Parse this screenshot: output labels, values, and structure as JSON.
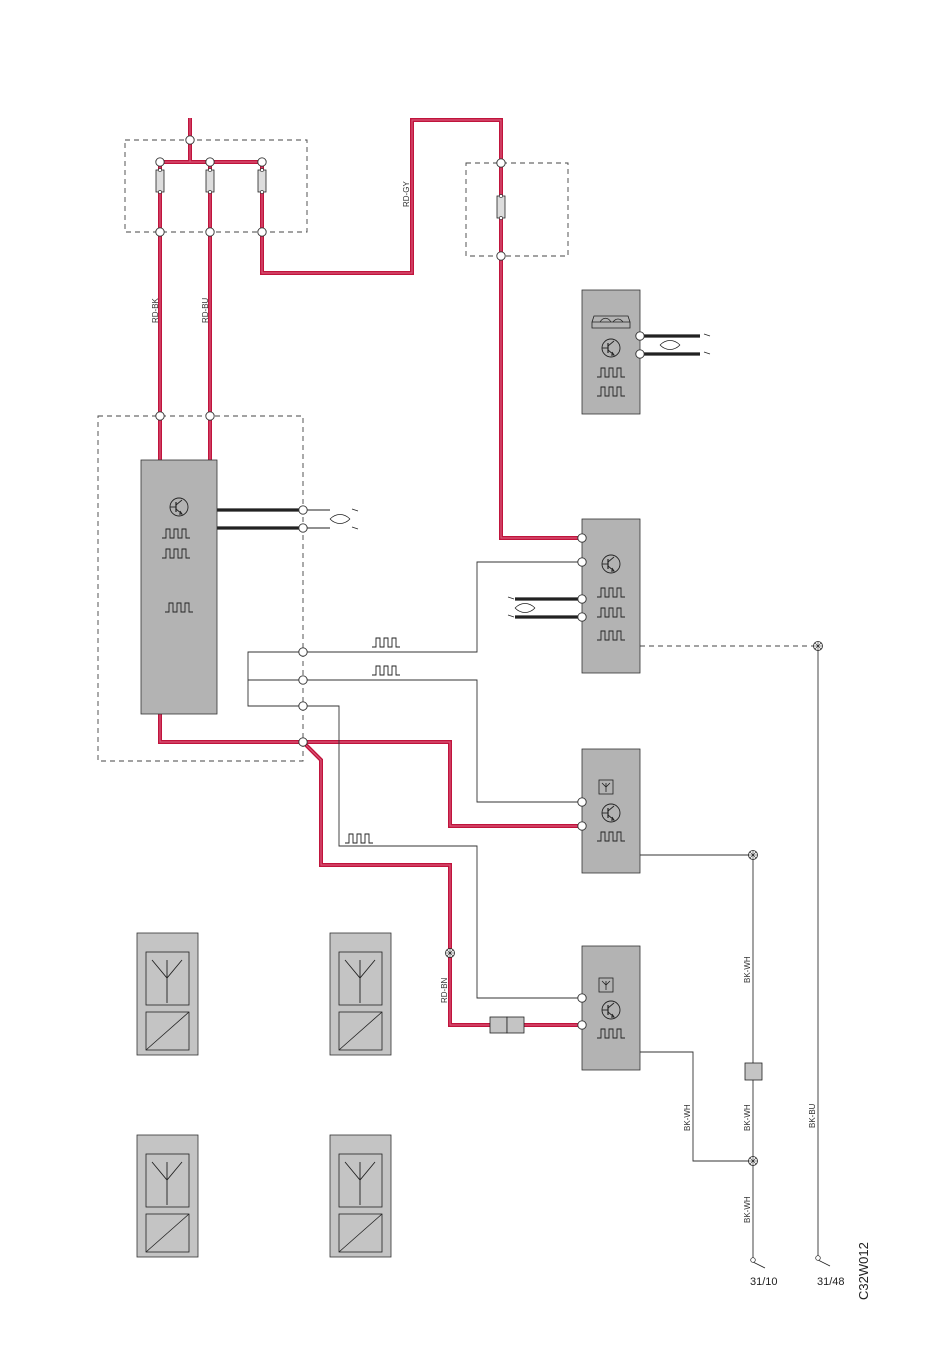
{
  "colors": {
    "red_wire": "#c0143c",
    "red_wire_core": "#d9587a",
    "black_wire": "#222222",
    "module_fill": "#b3b3b3",
    "antenna_fill": "#c4c4c4",
    "line": "#333333"
  },
  "wire_labels": {
    "rd_bk": "RD-BK",
    "rd_bu": "RD-BU",
    "rd_gy": "RD-GY",
    "rd_bn": "RD-BN",
    "bk_wh_upper": "BK-WH",
    "bk_wh_left": "BK-WH",
    "bk_wh_mid": "BK-WH",
    "bk_wh_lower": "BK-WH",
    "bk_bu": "BK-BU"
  },
  "ground_labels": {
    "g1": "31/10",
    "g2": "31/48"
  },
  "diagram_code": "C32W012",
  "icons": {
    "transistor": "transistor-icon",
    "pulse": "square-wave-icon",
    "antenna": "antenna-icon",
    "converter": "converter-icon",
    "twisted_pair": "twisted-pair-icon",
    "display": "display-icon",
    "ground": "ground-icon",
    "fuse": "fuse-icon",
    "connector": "connector-icon"
  }
}
